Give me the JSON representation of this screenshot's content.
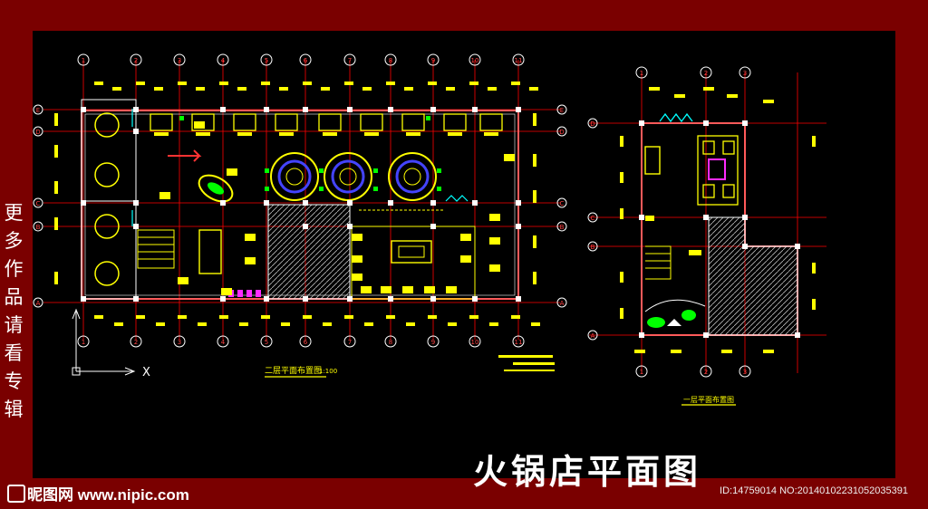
{
  "title": "火锅店平面图",
  "side_caption": [
    "更",
    "多",
    "作",
    "品",
    "请",
    "看",
    "专",
    "辑"
  ],
  "watermark": {
    "logo_text": "昵图网 www.nipic.com",
    "image_id": "ID:14759014 NO:20140102231052035391"
  },
  "plan_left": {
    "column_axes": [
      "1",
      "2",
      "3",
      "4",
      "5",
      "6",
      "7",
      "8",
      "9",
      "10",
      "11"
    ],
    "row_axes": [
      "E",
      "D",
      "C",
      "B",
      "A"
    ],
    "caption": "二层平面布置图",
    "scale": "1:100",
    "axis_symbol": "X"
  },
  "plan_right": {
    "column_axes": [
      "1",
      "2",
      "3"
    ],
    "row_axes": [
      "D",
      "C",
      "B",
      "A"
    ],
    "caption": "一层平面布置图"
  },
  "colors": {
    "frame": "#7a0000",
    "background": "#000000",
    "walls": "#ff4d4d",
    "furniture": "#ffff00",
    "axis_grid": "#ff0000",
    "columns": "#ffffff",
    "plants": "#00ff00",
    "glass": "#00ffff"
  }
}
